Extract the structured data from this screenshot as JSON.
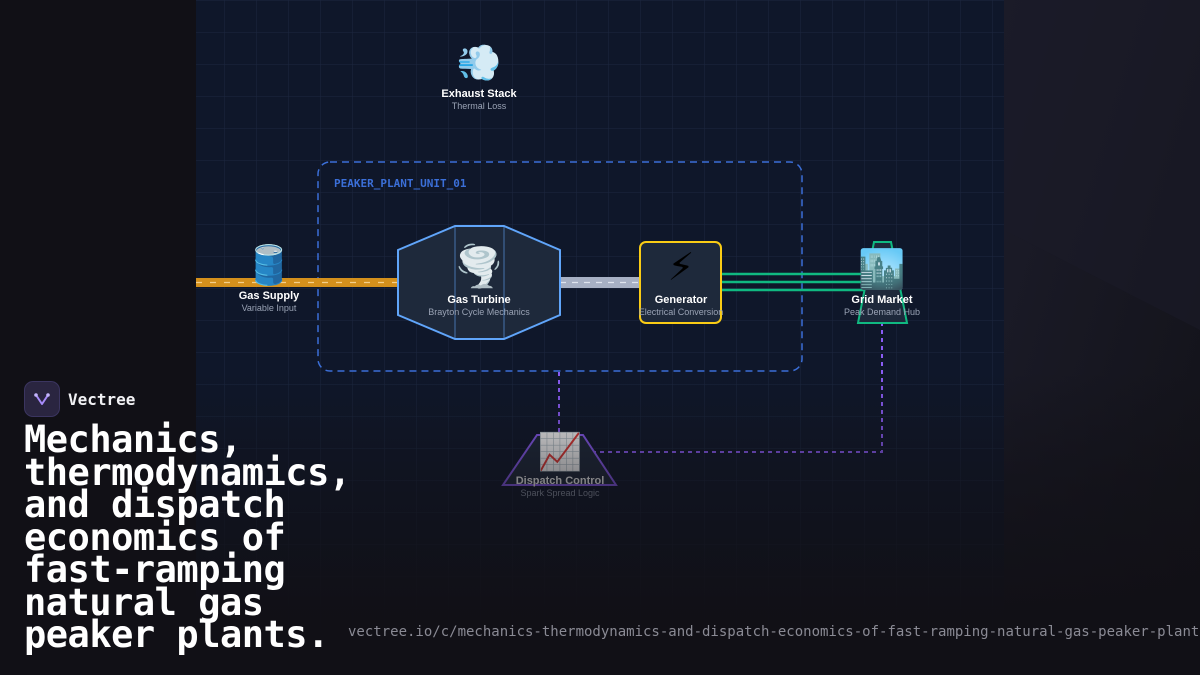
{
  "brand": {
    "name": "Vectree"
  },
  "headline": "Mechanics, thermodynamics, and dispatch economics of fast-ramping natural gas peaker plants.",
  "url": "vectree.io/c/mechanics-thermodynamics-and-dispatch-economics-of-fast-ramping-natural-gas-peaker-plants",
  "diagram": {
    "group_label": "PEAKER_PLANT_UNIT_01",
    "nodes": {
      "exhaust": {
        "icon": "💨",
        "title": "Exhaust Stack",
        "subtitle": "Thermal Loss"
      },
      "gas_supply": {
        "icon": "🛢️",
        "title": "Gas Supply",
        "subtitle": "Variable Input"
      },
      "turbine": {
        "icon": "🌪️",
        "title": "Gas Turbine",
        "subtitle": "Brayton Cycle Mechanics"
      },
      "generator": {
        "icon": "⚡",
        "title": "Generator",
        "subtitle": "Electrical Conversion"
      },
      "grid": {
        "icon": "🏙️",
        "title": "Grid Market",
        "subtitle": "Peak Demand Hub"
      },
      "dispatch": {
        "icon": "📈",
        "title": "Dispatch Control",
        "subtitle": "Spark Spread Logic"
      }
    }
  },
  "colors": {
    "background": "#111016",
    "panel": "#0f172a",
    "gas_pipe": "#d4901c",
    "shaft": "#a7b0c4",
    "power_line": "#10b981",
    "turbine_stroke": "#60a5fa",
    "generator_stroke": "#facc15",
    "grid_stroke": "#10b981",
    "dispatch_line": "#8b5cf6",
    "group_border": "#3b6fd8"
  }
}
